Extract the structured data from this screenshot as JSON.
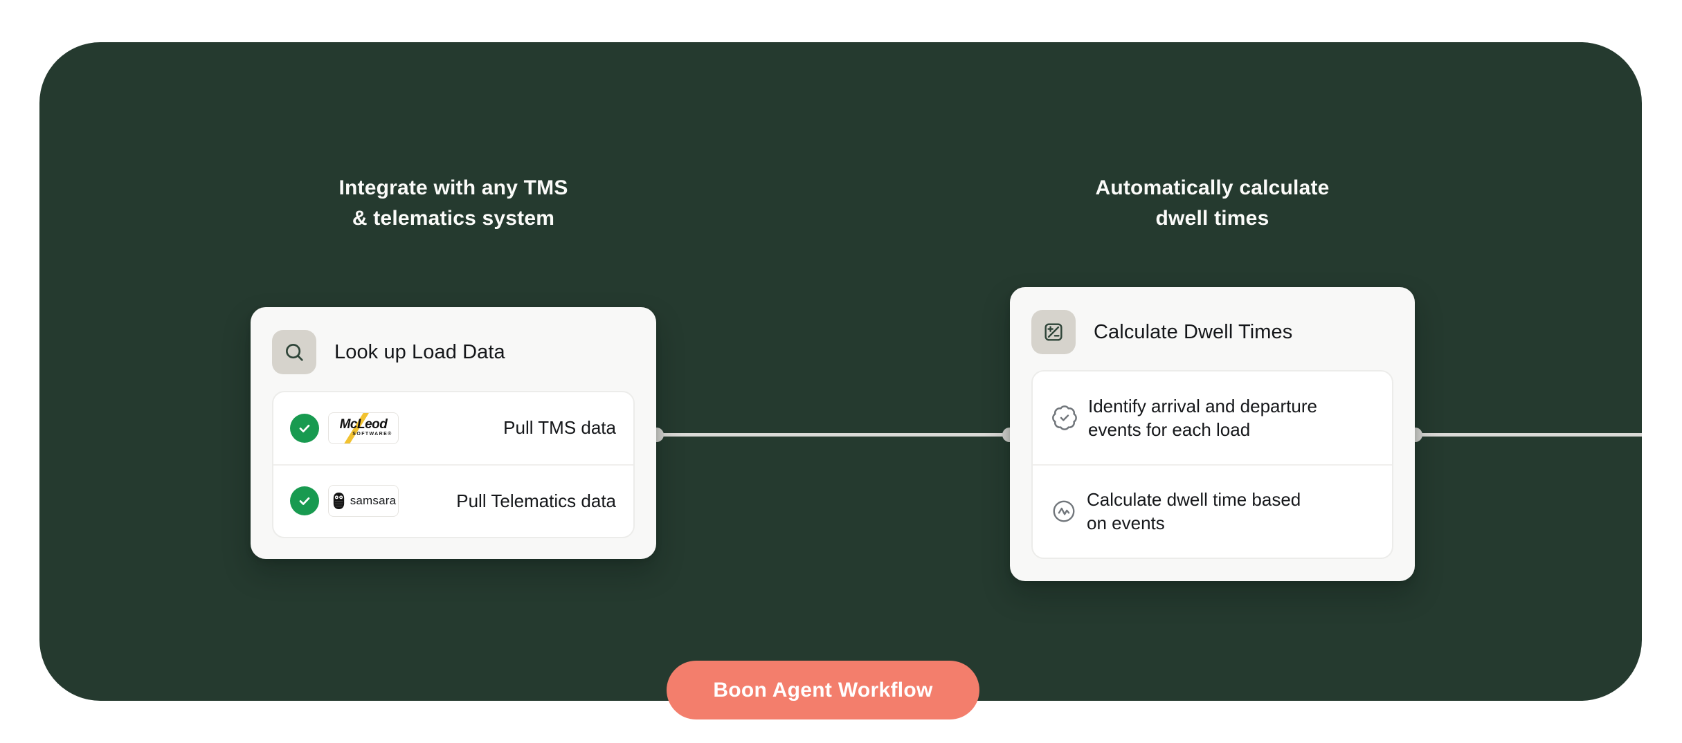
{
  "panel": {
    "background": "#253a2f"
  },
  "colors": {
    "panel_green": "#253a2f",
    "accent_coral": "#f37e6c",
    "check_green": "#189a50",
    "icon_box_gray": "#d6d3cc",
    "connector_gray": "#dbdad7",
    "mcleod_yellow": "#f2c230"
  },
  "headings": {
    "left": {
      "line1": "Integrate with any TMS",
      "line2": "& telematics system"
    },
    "right": {
      "line1": "Automatically calculate",
      "line2": "dwell times"
    }
  },
  "card_lookup": {
    "title": "Look up Load Data",
    "header_icon": "search-icon",
    "rows": [
      {
        "status_icon": "check-circle-icon",
        "logo_name": "McLeod",
        "logo_sub": "SOFTWARE®",
        "label": "Pull TMS data"
      },
      {
        "status_icon": "check-circle-icon",
        "logo_name": "samsara",
        "label": "Pull Telematics data"
      }
    ]
  },
  "card_dwell": {
    "title": "Calculate Dwell Times",
    "header_icon": "plus-minus-icon",
    "rows": [
      {
        "icon": "badge-check-icon",
        "line1": "Identify arrival and departure",
        "line2": "events for each load"
      },
      {
        "icon": "activity-icon",
        "line1": "Calculate dwell time based",
        "line2": "on events"
      }
    ]
  },
  "workflow_badge": {
    "label": "Boon Agent Workflow"
  }
}
